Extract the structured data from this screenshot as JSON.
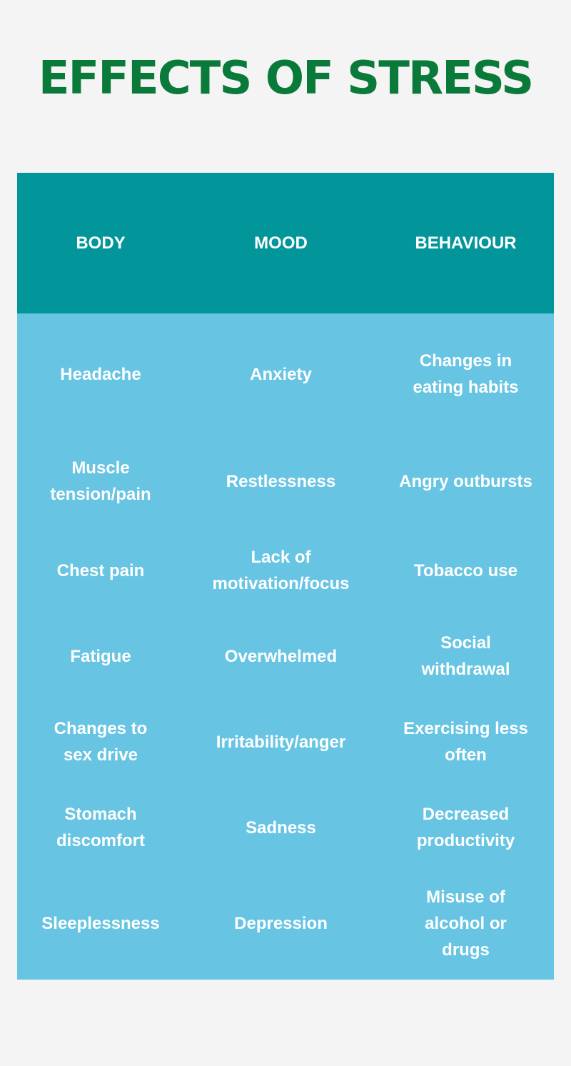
{
  "title": "EFFECTS OF STRESS",
  "colors": {
    "title": "#0a7a3a",
    "header_bg": "#02969a",
    "body_bg": "#67c4e3",
    "text": "#ffffff",
    "page_bg": "#f4f4f4"
  },
  "table": {
    "headers": [
      "BODY",
      "MOOD",
      "BEHAVIOUR"
    ],
    "rows": [
      [
        "Headache",
        "Anxiety",
        "Changes in\neating habits"
      ],
      [
        "Muscle\ntension/pain",
        "Restlessness",
        "Angry outbursts"
      ],
      [
        "Chest pain",
        "Lack of\nmotivation/focus",
        "Tobacco use"
      ],
      [
        "Fatigue",
        "Overwhelmed",
        "Social\nwithdrawal"
      ],
      [
        "Changes to\nsex drive",
        "Irritability/anger",
        "Exercising less\noften"
      ],
      [
        "Stomach\ndiscomfort",
        "Sadness",
        "Decreased\nproductivity"
      ],
      [
        "Sleeplessness",
        "Depression",
        "Misuse of\nalcohol or\ndrugs"
      ]
    ]
  }
}
